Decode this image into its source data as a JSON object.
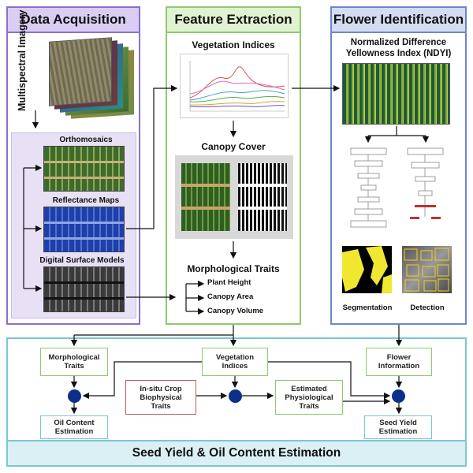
{
  "panels": {
    "acquisition": {
      "title": "Data Acquisition",
      "sidebar": "Multispectral Imagery",
      "products": [
        "Orthomosaics",
        "Reflectance Maps",
        "Digital Surface Models"
      ]
    },
    "extraction": {
      "title": "Feature Extraction",
      "vegetation": "Vegetation Indices",
      "canopy": "Canopy Cover",
      "morph": "Morphological Traits",
      "traits": [
        "Plant Height",
        "Canopy Area",
        "Canopy Volume"
      ]
    },
    "identification": {
      "title": "Flower Identification",
      "index_line1": "Normalized Difference",
      "index_line2": "Yellowness Index (NDYI)",
      "segmentation": "Segmentation",
      "detection": "Detection"
    },
    "estimation": {
      "title": "Seed Yield & Oil Content Estimation",
      "morph_line1": "Morphological",
      "morph_line2": "Traits",
      "veg_line1": "Vegetation",
      "veg_line2": "Indices",
      "flower_line1": "Flower",
      "flower_line2": "Information",
      "insitu_line1": "In-situ Crop",
      "insitu_line2": "Biophysical",
      "insitu_line3": "Traits",
      "phys_line1": "Estimated",
      "phys_line2": "Physiological",
      "phys_line3": "Traits",
      "oil_line1": "Oil Content",
      "oil_line2": "Estimation",
      "seed_line1": "Seed Yield",
      "seed_line2": "Estimation"
    }
  },
  "colors": {
    "purple": "#8b6fd1",
    "purple_fill": "#d9cdf2",
    "green": "#8ccb6e",
    "green_fill": "#e0f2d2",
    "blue": "#6e86c9",
    "blue_fill": "#d4dcf2",
    "cyan": "#79c6d4",
    "cyan_fill": "#daf0f4",
    "red": "#c65a5a",
    "dot": "#0d2f8c"
  }
}
